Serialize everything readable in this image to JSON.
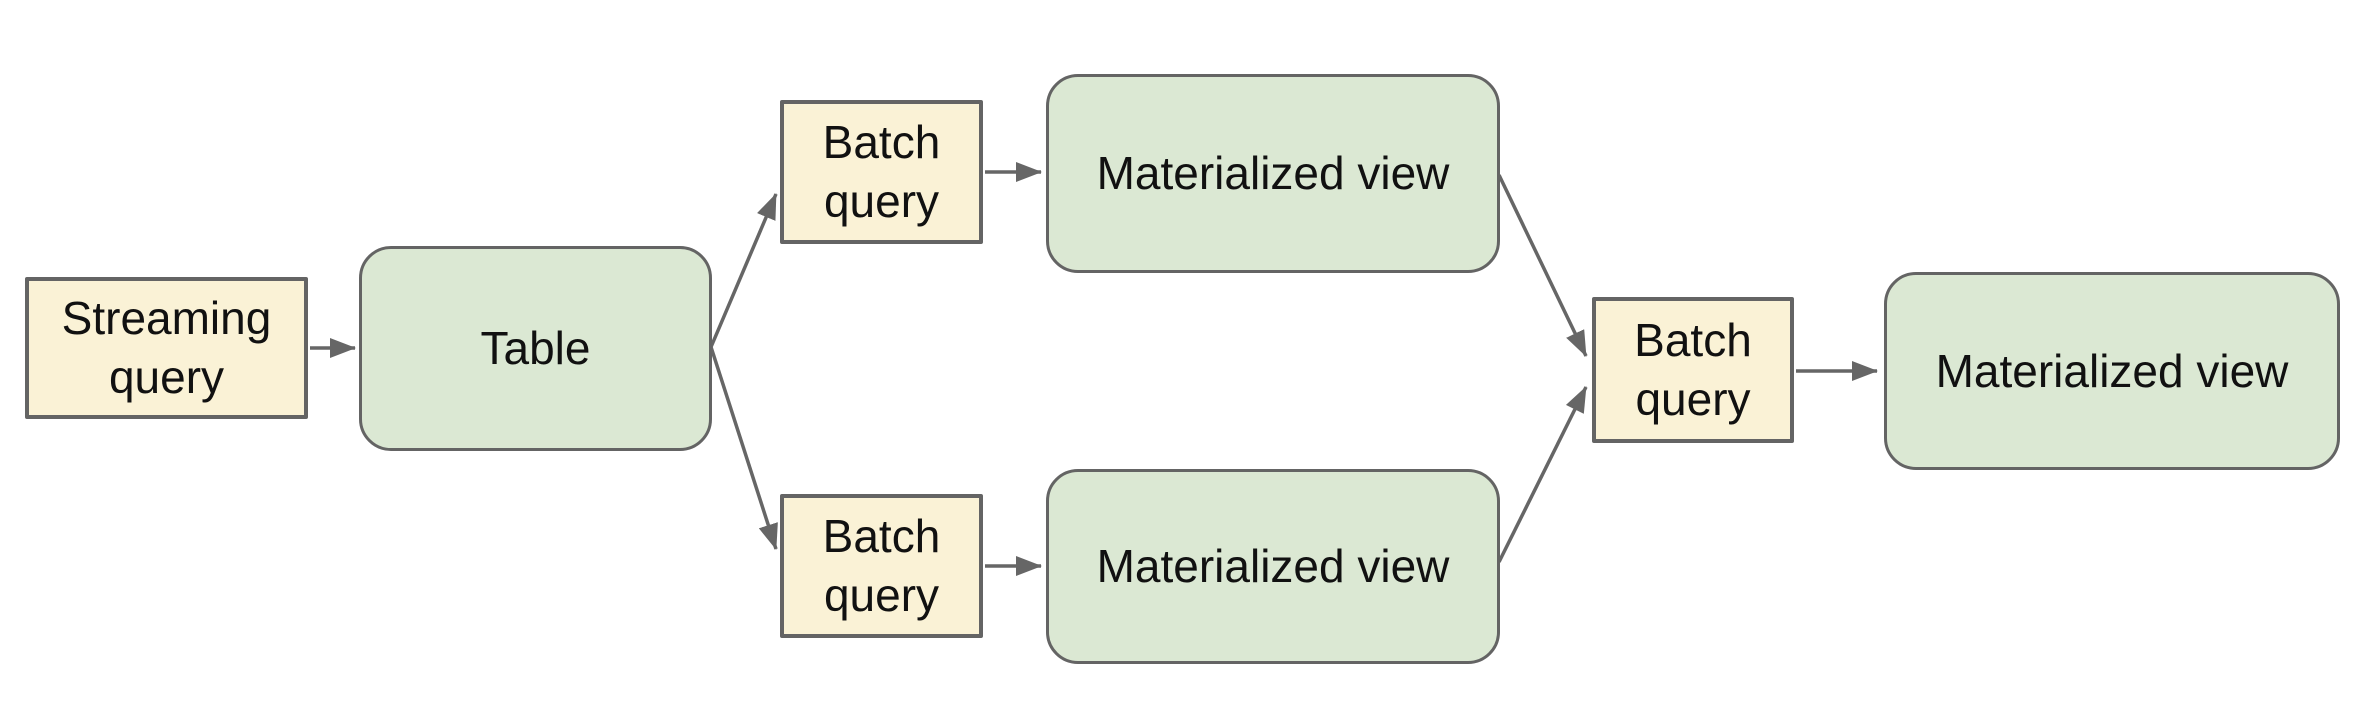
{
  "colors": {
    "canvas_bg": "#ffffff",
    "query_fill": "#faf2d6",
    "view_fill": "#dbe8d3",
    "node_border": "#646464",
    "edge_color": "#666666",
    "text_color": "#111111"
  },
  "diagram": {
    "nodes": [
      {
        "id": "streaming-query",
        "label": "Streaming query",
        "kind": "query"
      },
      {
        "id": "table",
        "label": "Table",
        "kind": "view"
      },
      {
        "id": "batch-query-top",
        "label": "Batch query",
        "kind": "query"
      },
      {
        "id": "materialized-view-top",
        "label": "Materialized view",
        "kind": "view"
      },
      {
        "id": "batch-query-bottom",
        "label": "Batch query",
        "kind": "query"
      },
      {
        "id": "materialized-view-bottom",
        "label": "Materialized view",
        "kind": "view"
      },
      {
        "id": "batch-query-final",
        "label": "Batch query",
        "kind": "query"
      },
      {
        "id": "materialized-view-final",
        "label": "Materialized view",
        "kind": "view"
      }
    ],
    "edges": [
      {
        "from": "streaming-query",
        "to": "table"
      },
      {
        "from": "table",
        "to": "batch-query-top"
      },
      {
        "from": "batch-query-top",
        "to": "materialized-view-top"
      },
      {
        "from": "table",
        "to": "batch-query-bottom"
      },
      {
        "from": "batch-query-bottom",
        "to": "materialized-view-bottom"
      },
      {
        "from": "materialized-view-top",
        "to": "batch-query-final"
      },
      {
        "from": "materialized-view-bottom",
        "to": "batch-query-final"
      },
      {
        "from": "batch-query-final",
        "to": "materialized-view-final"
      }
    ]
  }
}
